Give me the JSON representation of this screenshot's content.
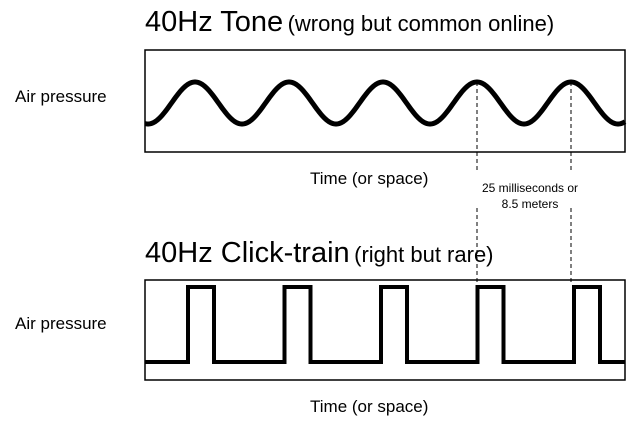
{
  "panels": [
    {
      "title": "40Hz Tone",
      "subtitle": "(wrong but common online)",
      "ylabel": "Air pressure",
      "xlabel": "Time (or space)",
      "waveform": "sine",
      "cycles_shown": 5
    },
    {
      "title": "40Hz Click-train",
      "subtitle": "(right but rare)",
      "ylabel": "Air pressure",
      "xlabel": "Time (or space)",
      "waveform": "pulse",
      "pulses_shown": 5
    }
  ],
  "annotation": {
    "line1": "25 milliseconds or",
    "line2": "8.5 meters"
  },
  "colors": {
    "stroke": "#000000",
    "background": "#ffffff"
  }
}
